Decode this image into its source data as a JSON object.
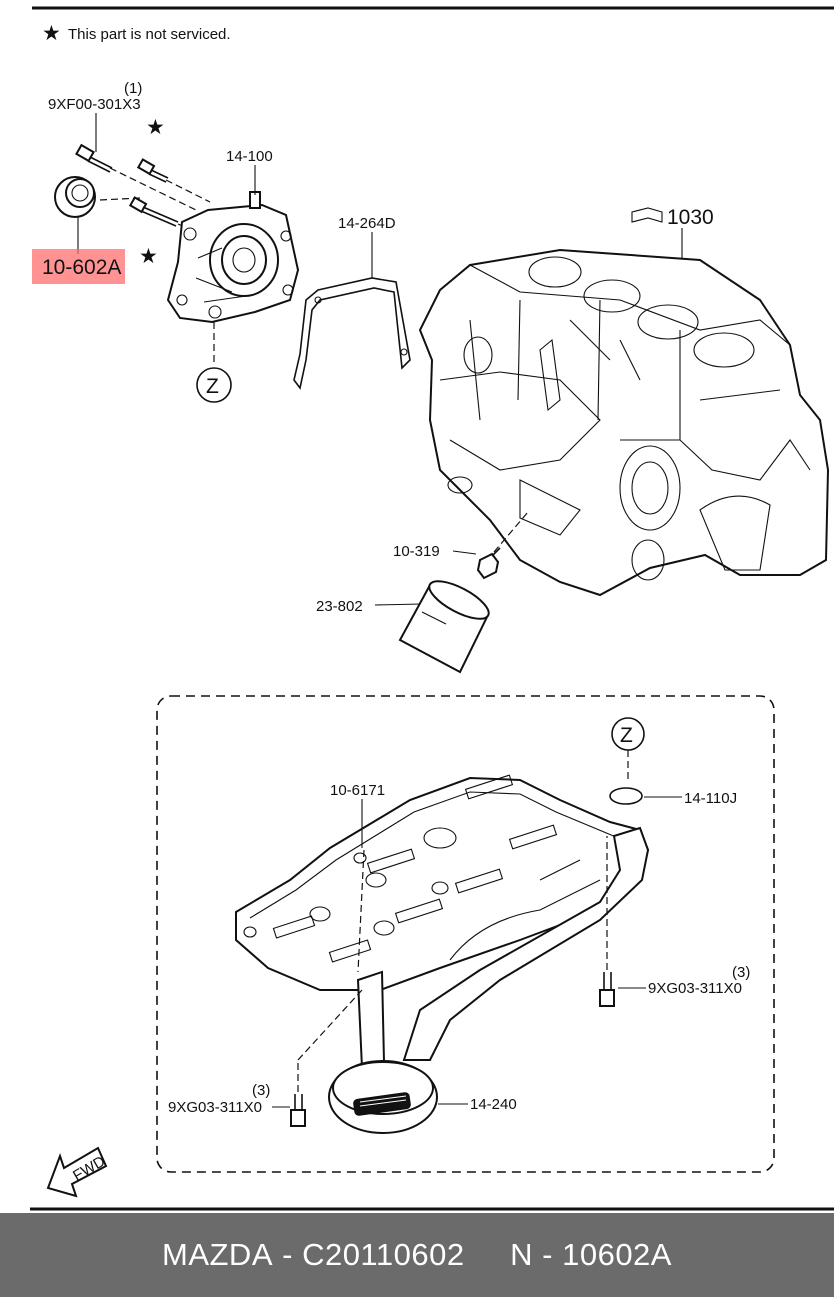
{
  "note": {
    "symbol": "★",
    "text": "This part is not serviced."
  },
  "labels": {
    "bolt_qty": "(1)",
    "bolt_part": "9XF00-301X3",
    "pump": "14-100",
    "gasket": "14-264D",
    "block_ref": "1030",
    "seal": "10-602A",
    "zone_marker": "Z",
    "switch": "10-319",
    "filter": "23-802",
    "pan_gasket": "10-6171",
    "oring": "14-110J",
    "bolt_right_qty": "(3)",
    "bolt_right_part": "9XG03-311X0",
    "bolt_left_qty": "(3)",
    "bolt_left_part": "9XG03-311X0",
    "strainer": "14-240",
    "fwd": "FWD"
  },
  "colors": {
    "highlight": "#ff6f6f",
    "footer_bg": "#6b6b6b",
    "footer_text": "#ffffff"
  },
  "footer": {
    "brand": "MAZDA",
    "sep": " - ",
    "code": "C20110602",
    "gap": "     ",
    "part": "N - 10602A"
  }
}
